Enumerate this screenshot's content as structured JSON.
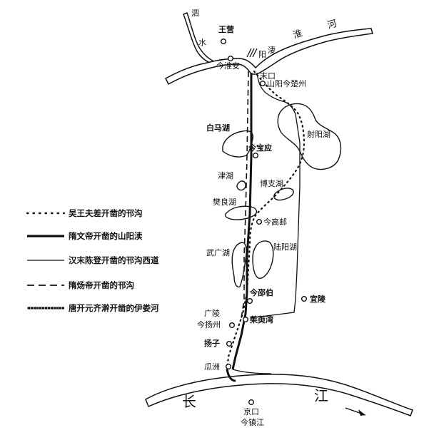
{
  "rivers": {
    "si_1": "泗",
    "si_2": "水",
    "huai_1": "淮",
    "huai_2": "河",
    "yangtze_1": "长",
    "yangtze_2": "江"
  },
  "places": {
    "wangying": "王营",
    "jin_huaian": "今淮安",
    "moukou": "末口",
    "shanyang": "山阳今楚州",
    "jin_baoying": "今宝应",
    "jin_gaoyou": "今高邮",
    "jin_shaobo": "今邵伯",
    "yiling": "宜陵",
    "maoyuwan": "茱萸湾",
    "guangling": "广陵",
    "jin_yangzhou": "今扬州",
    "yangzi": "扬子",
    "guazhou": "瓜洲",
    "jingkou": "京口",
    "jin_zhenjiang": "今镇江",
    "yang_1": "阳",
    "yang_2": "淒"
  },
  "lakes": {
    "baima": "白马湖",
    "sheyang": "射阳湖",
    "jin": "津湖",
    "bozhi": "博支湖",
    "fanliang": "樊良湖",
    "wuguang": "武广湖",
    "luyang": "陆阳湖"
  },
  "legend": [
    {
      "label": "吴王夫差开凿的邗沟",
      "style": "dotted"
    },
    {
      "label": "隋文帝开凿的山阳渎",
      "style": "thick"
    },
    {
      "label": "汉末陈登开凿的邗沟西道",
      "style": "thin"
    },
    {
      "label": "隋炀帝开凿的邗沟",
      "style": "dashed"
    },
    {
      "label": "唐开元齐澣开凿的伊娄河",
      "style": "hatched"
    }
  ]
}
